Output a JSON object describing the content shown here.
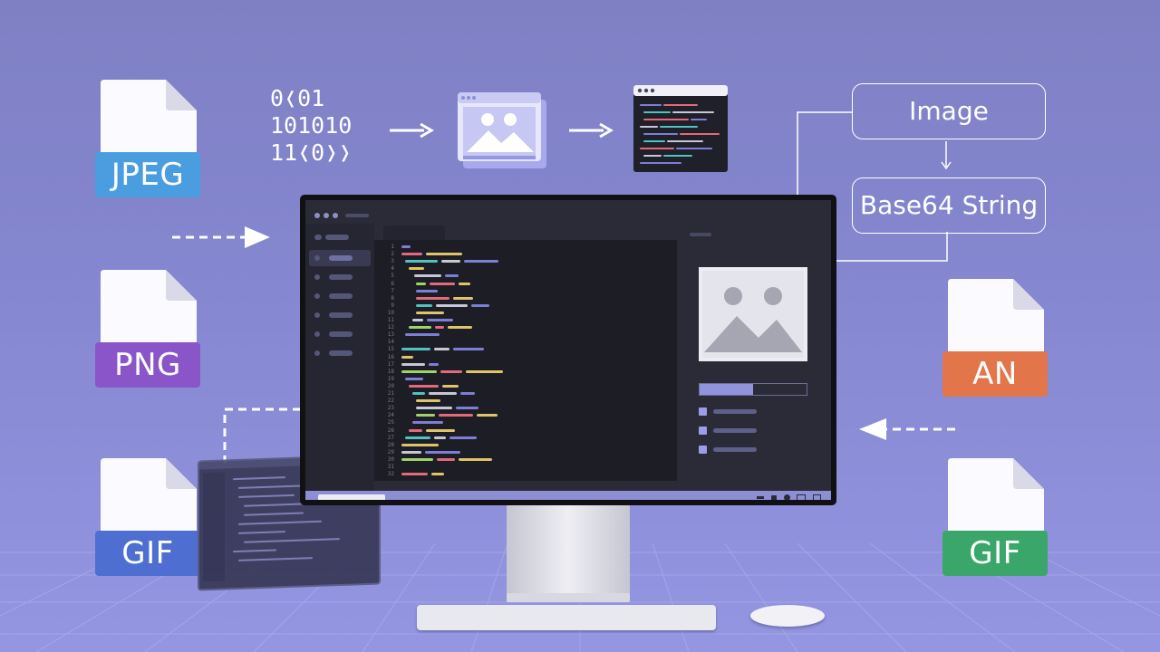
{
  "files_left": [
    {
      "label": "JPEG",
      "color": "#4a9ee0"
    },
    {
      "label": "PNG",
      "color": "#8a55c9"
    },
    {
      "label": "GIF",
      "color": "#4e6fd1"
    }
  ],
  "files_right": [
    {
      "label": "AN",
      "color": "#e2754a"
    },
    {
      "label": "GIF",
      "color": "#3aa66a"
    }
  ],
  "binary_lines": [
    "0❬01",
    "101010",
    "11❬0❭❭"
  ],
  "pipeline": {
    "step1": "Image",
    "step2": "Base64 String"
  },
  "colors": {
    "background": "#8587d0",
    "accent": "#8d8ed4",
    "editor_bg": "#1d1d26"
  },
  "editor": {
    "line_numbers": [
      "1",
      "2",
      "3",
      "4",
      "5",
      "6",
      "7",
      "8",
      "9",
      "10",
      "11",
      "12",
      "13",
      "14",
      "15",
      "16",
      "17",
      "18",
      "19",
      "20",
      "21",
      "22",
      "23",
      "24",
      "25",
      "26",
      "27",
      "28",
      "29",
      "30",
      "31",
      "32"
    ]
  },
  "icons": [
    "image-icon",
    "code-window-icon",
    "arrow-right-icon",
    "arrow-down-icon",
    "arrow-left-icon",
    "document-icon"
  ]
}
